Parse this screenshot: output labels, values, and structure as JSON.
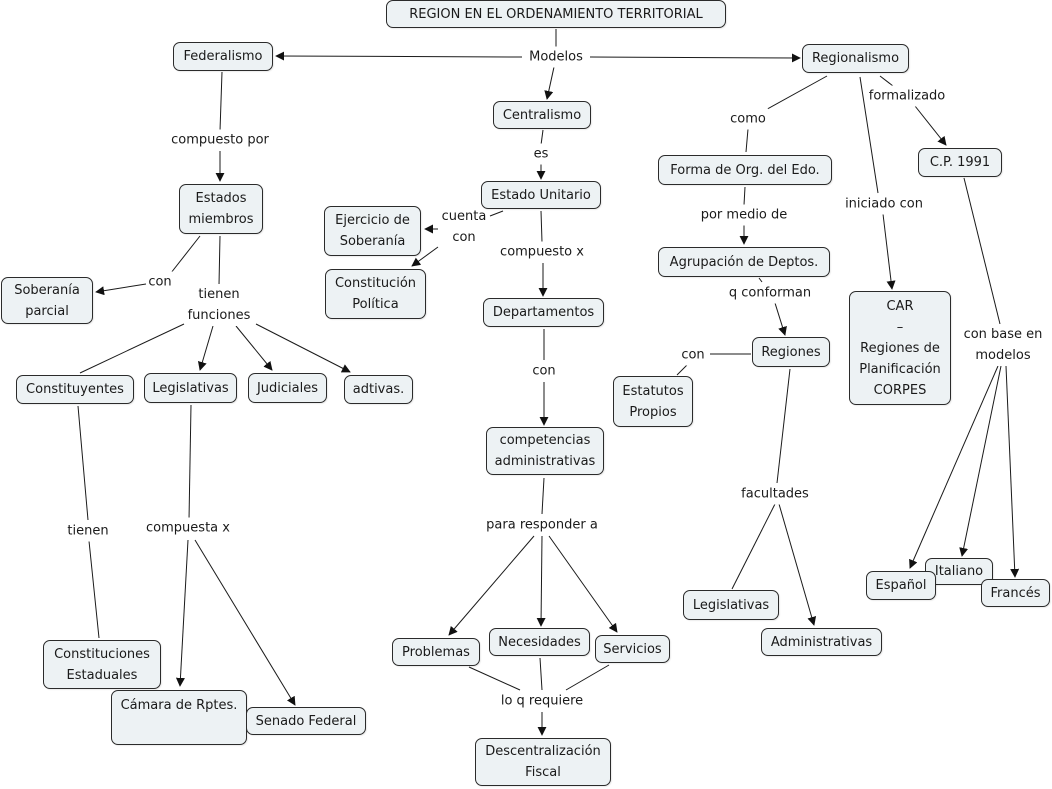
{
  "title": "REGION EN EL ORDENAMIENTO TERRITORIAL",
  "nodes": {
    "root": [
      "REGION EN EL ORDENAMIENTO TERRITORIAL"
    ],
    "federalismo": [
      "Federalismo"
    ],
    "regionalismo": [
      "Regionalismo"
    ],
    "centralismo": [
      "Centralismo"
    ],
    "estados_miembros": [
      "Estados",
      "miembros"
    ],
    "estado_unitario": [
      "Estado Unitario"
    ],
    "ejercicio_soberania": [
      "Ejercicio de",
      "Soberanía"
    ],
    "constitucion_politica": [
      "Constitución",
      "Política"
    ],
    "soberania_parcial": [
      "Soberanía",
      "parcial"
    ],
    "constituyentes": [
      "Constituyentes"
    ],
    "legislativas_fed": [
      "Legislativas"
    ],
    "judiciales": [
      "Judiciales"
    ],
    "adtivas": [
      "adtivas."
    ],
    "departamentos": [
      "Departamentos"
    ],
    "competencias": [
      "competencias",
      "administrativas"
    ],
    "problemas": [
      "Problemas"
    ],
    "necesidades": [
      "Necesidades"
    ],
    "servicios": [
      "Servicios"
    ],
    "descentralizacion": [
      "Descentralización",
      "Fiscal"
    ],
    "constituciones_estaduales": [
      "Constituciones",
      "Estaduales"
    ],
    "camara": [
      "Cámara de Rptes."
    ],
    "senado": [
      "Senado Federal"
    ],
    "forma_org": [
      "Forma de Org. del Edo."
    ],
    "agrupacion": [
      "Agrupación de Deptos."
    ],
    "regiones": [
      "Regiones"
    ],
    "estatutos": [
      "Estatutos",
      "Propios"
    ],
    "legislativas_reg": [
      "Legislativas"
    ],
    "administrativas": [
      "Administrativas"
    ],
    "cp1991": [
      "C.P. 1991"
    ],
    "car": [
      "CAR",
      "–",
      "Regiones de",
      "Planificación",
      "CORPES"
    ],
    "espanol": [
      "Español"
    ],
    "italiano": [
      "Italiano"
    ],
    "frances": [
      "Francés"
    ]
  },
  "links": {
    "modelos": [
      "Modelos"
    ],
    "compuesto_por": [
      "compuesto por"
    ],
    "es": [
      "es"
    ],
    "cuenta_con": [
      "cuenta",
      "con"
    ],
    "compuesto_x": [
      "compuesto x"
    ],
    "con_soberania": [
      "con"
    ],
    "tienen_funciones": [
      "tienen",
      "funciones"
    ],
    "con_depto": [
      "con"
    ],
    "para_responder": [
      "para responder a"
    ],
    "lo_q_requiere": [
      "lo q requiere"
    ],
    "tienen": [
      "tienen"
    ],
    "compuesta_x": [
      "compuesta x"
    ],
    "como": [
      "como"
    ],
    "por_medio": [
      "por medio de"
    ],
    "q_conforman": [
      "q conforman"
    ],
    "con_regiones": [
      "con"
    ],
    "facultades": [
      "facultades"
    ],
    "formalizado": [
      "formalizado"
    ],
    "iniciado_con": [
      "iniciado con"
    ],
    "con_base": [
      "con base en",
      "modelos"
    ]
  },
  "colors": {
    "node_fill": "#edf2f4",
    "node_border": "#2b2b2b",
    "edge": "#1a1a1a"
  }
}
